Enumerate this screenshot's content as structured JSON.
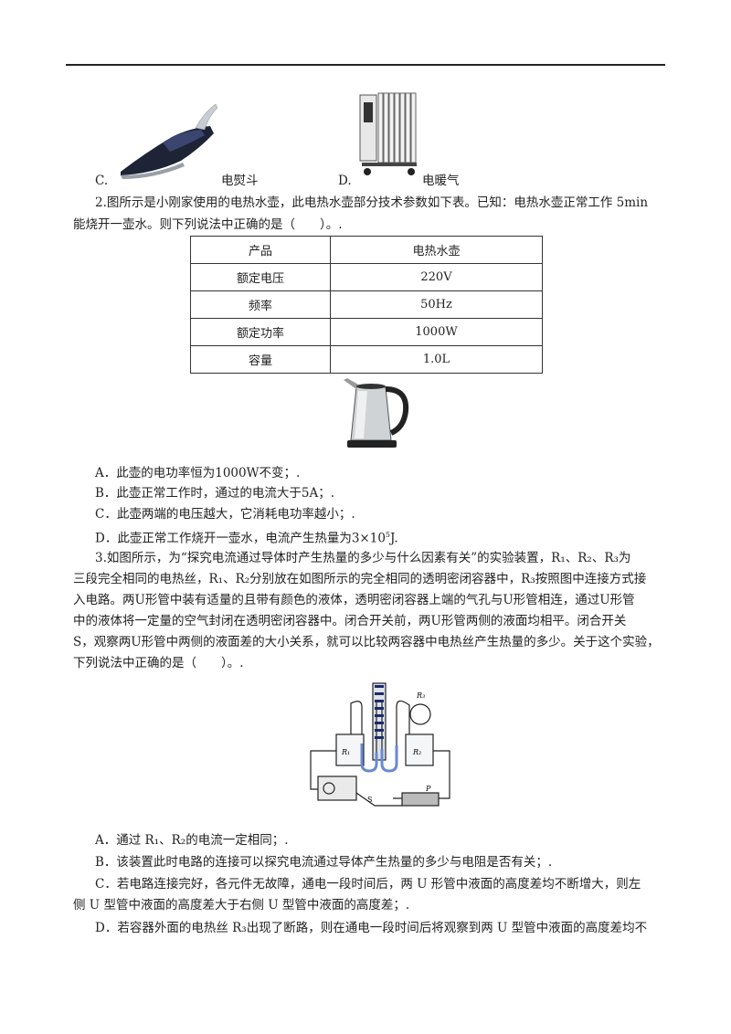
{
  "options_top": {
    "c_letter": "C.",
    "c_label": "电熨斗",
    "d_letter": "D.",
    "d_label": "电暖气"
  },
  "q2": {
    "stem_line1": "2.图所示是小刚家使用的电热水壶，此电热水壶部分技术参数如下表。已知：电热水壶正常工作 5min",
    "stem_line2": "能烧开一壶水。则下列说法中正确的是（　　）。.",
    "table": {
      "rows": [
        {
          "k": "产品",
          "v": "电热水壶"
        },
        {
          "k": "额定电压",
          "v": "220V"
        },
        {
          "k": "频率",
          "v": "50Hz"
        },
        {
          "k": "额定功率",
          "v": "1000W"
        },
        {
          "k": "容量",
          "v": "1.0L"
        }
      ]
    },
    "options": [
      "A．此壶的电功率恒为1000W不变；.",
      "B．此壶正常工作时，通过的电流大于5A；.",
      "C．此壶两端的电压越大，它消耗电功率越小；.",
      "D．此壶正常工作烧开一壶水，电流产生热量为3×10"
    ],
    "opt_d_exp": "5",
    "opt_d_tail": "J."
  },
  "q3": {
    "stem": [
      "3.如图所示，为“探究电流通过导体时产生热量的多少与什么因素有关”的实验装置，R₁、R₂、R₃为",
      "三段完全相同的电热丝，R₁、R₂分别放在如图所示的完全相同的透明密闭容器中，R₃按照图中连接方式接",
      "入电路。两U形管中装有适量的且带有颜色的液体，透明密闭容器上端的气孔与U形管相连，通过U形管",
      "中的液体将一定量的空气封闭在透明密闭容器中。闭合开关前，两U形管两侧的液面均相平。闭合开关",
      "S，观察两U形管中两侧的液面差的大小关系，就可以比较两容器中电热丝产生热量的多少。关于这个实验，",
      "下列说法中正确的是（　　）。."
    ],
    "figure_labels": {
      "r1": "R₁",
      "r2": "R₂",
      "r3": "R₃",
      "s": "S",
      "p": "P"
    },
    "options": [
      "A．通过 R₁、R₂的电流一定相同；.",
      "B．该装置此时电路的连接可以探究电流通过导体产生热量的多少与电阻是否有关；.",
      "C．若电路连接完好，各元件无故障，通电一段时间后，两 U 形管中液面的高度差均不断增大，则左",
      "侧 U 型管中液面的高度差大于右侧 U 型管中液面的高度差；.",
      "D．若容器外面的电热丝 R₃出现了断路，则在通电一段时间后将观察到两 U 型管中液面的高度差均不"
    ]
  }
}
